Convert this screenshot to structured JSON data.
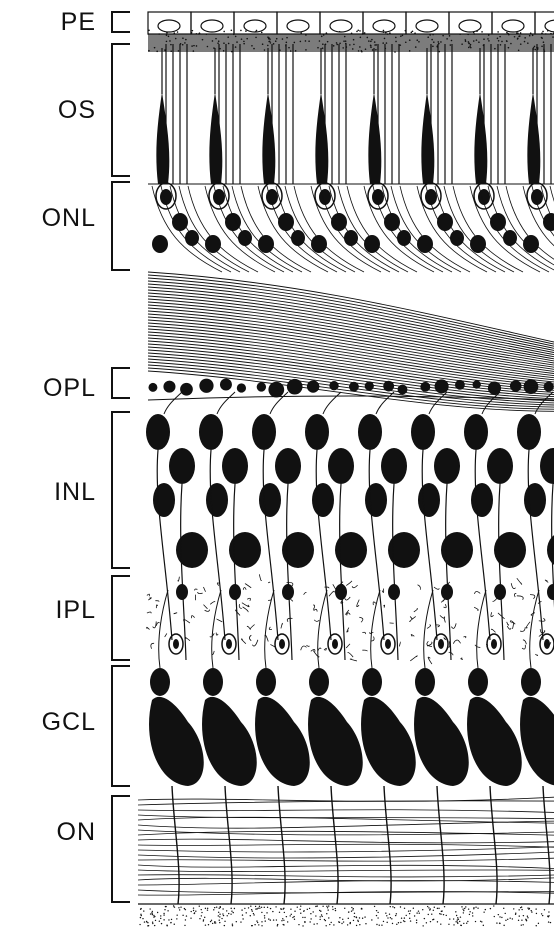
{
  "figure": {
    "layers": [
      {
        "id": "pe",
        "label": "PE"
      },
      {
        "id": "os",
        "label": "OS"
      },
      {
        "id": "onl",
        "label": "ONL"
      },
      {
        "id": "opl",
        "label": "OPL"
      },
      {
        "id": "inl",
        "label": "INL"
      },
      {
        "id": "ipl",
        "label": "IPL"
      },
      {
        "id": "gcl",
        "label": "GCL"
      },
      {
        "id": "on",
        "label": "ON"
      }
    ]
  },
  "colors": {
    "ink": "#111111",
    "paper": "#ffffff"
  }
}
